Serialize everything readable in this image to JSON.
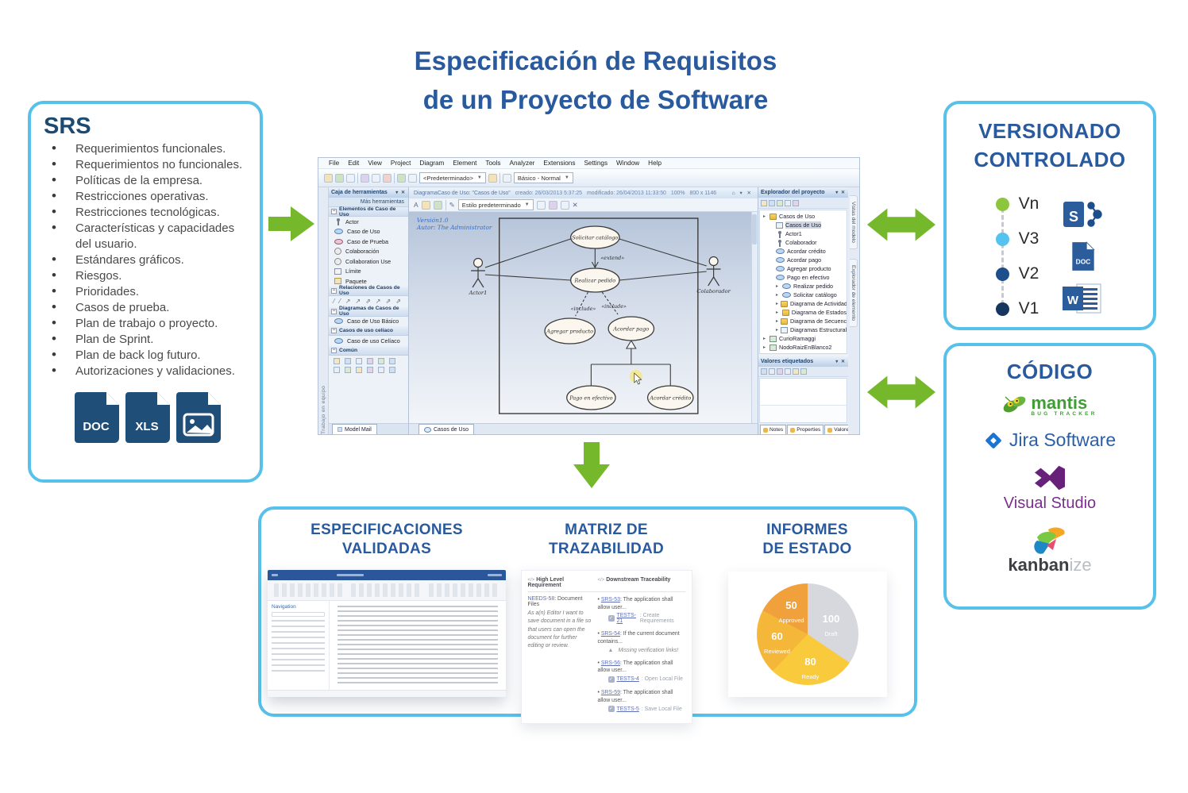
{
  "colors": {
    "box_border": "#57c1e9",
    "heading_blue": "#2a5a9e",
    "arrow_green": "#76b82b",
    "file_icon_navy": "#1f4e79"
  },
  "page_title": {
    "line1": "Especificación de Requisitos",
    "line2": "de un Proyecto de Software"
  },
  "srs": {
    "title": "SRS",
    "items": [
      "Requerimientos funcionales.",
      "Requerimientos no funcionales.",
      "Políticas de la empresa.",
      "Restricciones operativas.",
      "Restricciones tecnológicas.",
      "Características y capacidades del usuario.",
      "Estándares gráficos.",
      "Riesgos.",
      "Prioridades.",
      "Casos de prueba.",
      "Plan de trabajo o proyecto.",
      "Plan de Sprint.",
      "Plan de back log futuro.",
      "Autorizaciones y validaciones."
    ],
    "doc_label": "DOC",
    "xls_label": "XLS"
  },
  "tool": {
    "menu": [
      "File",
      "Edit",
      "View",
      "Project",
      "Diagram",
      "Element",
      "Tools",
      "Analyzer",
      "Extensions",
      "Settings",
      "Window",
      "Help"
    ],
    "preset_dropdown": "<Predeterminado>",
    "view_dropdown": "Básico - Normal",
    "left_vertical_tab": "Trabajo en equipo",
    "toolbox": {
      "title": "Caja de herramientas",
      "more_tools": "Más herramientas",
      "section1": "Elementos de Caso de Uso",
      "section1_items": [
        {
          "label": "Actor",
          "icon": "actor"
        },
        {
          "label": "Caso de Uso",
          "icon": "usecase"
        },
        {
          "label": "Caso de Prueba",
          "icon": "testcase"
        },
        {
          "label": "Colaboración",
          "icon": "collab"
        },
        {
          "label": "Collaboration Use",
          "icon": "collab"
        },
        {
          "label": "Límite",
          "icon": "limit"
        },
        {
          "label": "Paquete",
          "icon": "package"
        }
      ],
      "section2": "Relaciones de Casos de Uso",
      "section3": "Diagramas de Casos de Uso",
      "section3_items": [
        {
          "label": "Caso de Uso Básico",
          "icon": "usecase"
        }
      ],
      "section4": "Casos de uso celíaco",
      "section4_items": [
        {
          "label": "Caso de uso Celíaco",
          "icon": "usecase"
        }
      ],
      "section5": "Común",
      "bottom_tab": "Model Mail"
    },
    "diagram_bar": {
      "title": "DiagramaCaso de Uso: \"Casos de Uso\"",
      "created": "creado: 26/03/2013 5:37:25",
      "modified": "modificado: 26/04/2013 11:33:50",
      "zoom": "100%",
      "size": "800 x 1146"
    },
    "style_dropdown": "Estilo predeterminado",
    "canvas": {
      "version_note": "Versión1.0",
      "author_note": "Autor: The Administrator",
      "actor_left": "Actor1",
      "actor_right": "Colaborador",
      "uc_solicitar": "Solicitar catálogo",
      "uc_realizar": "Realizar pedido",
      "uc_agregar": "Agregar producto",
      "uc_acordar_pago": "Acordar pago",
      "uc_pago_efectivo": "Pago en efectivo",
      "uc_acordar_credito": "Acordar crédito",
      "stereotype_extend": "«extend»",
      "stereotype_include": "«include»",
      "bottom_tab": "Casos de Uso"
    },
    "explorer": {
      "title": "Explorador del proyecto",
      "tree": [
        {
          "label": "Casos de Uso",
          "icon": "folder",
          "cls": "d0 exp"
        },
        {
          "label": "Casos de Uso",
          "icon": "diagram",
          "cls": "d1 sel"
        },
        {
          "label": "Actor1",
          "icon": "actor",
          "cls": "d1"
        },
        {
          "label": "Colaborador",
          "icon": "actor",
          "cls": "d1"
        },
        {
          "label": "Acordar crédito",
          "icon": "usecase",
          "cls": "d1"
        },
        {
          "label": "Acordar pago",
          "icon": "usecase",
          "cls": "d1"
        },
        {
          "label": "Agregar producto",
          "icon": "usecase",
          "cls": "d1"
        },
        {
          "label": "Pago en efectivo",
          "icon": "usecase",
          "cls": "d1"
        },
        {
          "label": "Realizar pedido",
          "icon": "usecase",
          "cls": "d1 exp"
        },
        {
          "label": "Solicitar catálogo",
          "icon": "usecase",
          "cls": "d1 exp"
        },
        {
          "label": "Diagrama de Actividad",
          "icon": "folder",
          "cls": "d1 exp"
        },
        {
          "label": "Diagrama de Estados",
          "icon": "folder",
          "cls": "d1 exp"
        },
        {
          "label": "Diagrama de Secuenci",
          "icon": "folder",
          "cls": "d1 exp"
        },
        {
          "label": "Diagramas Estructurales",
          "icon": "diagram",
          "cls": "d1 exp"
        },
        {
          "label": "CurioRamaggi",
          "icon": "project",
          "cls": "d0 exp"
        },
        {
          "label": "NodoRaizEnBlanco2",
          "icon": "project",
          "cls": "d0 exp"
        }
      ],
      "values_title": "Valores etiquetados",
      "bottom_tabs": [
        "Notes",
        "Properties",
        "Valores ..."
      ]
    },
    "right_vertical_tabs": [
      "Vistas del modelo",
      "Explorador de elemento"
    ]
  },
  "versionado": {
    "title_line1": "VERSIONADO",
    "title_line2": "CONTROLADO",
    "versions": [
      {
        "label": "Vn",
        "color": "#8cc63e"
      },
      {
        "label": "V3",
        "color": "#56c2ee"
      },
      {
        "label": "V2",
        "color": "#1f4e8c"
      },
      {
        "label": "V1",
        "color": "#16365f"
      }
    ],
    "sharepoint_letter": "S",
    "doc_label": "DOC",
    "word_letter": "W"
  },
  "codigo": {
    "title": "CÓDIGO",
    "mantis_name": "mantis",
    "mantis_sub": "BUG TRACKER",
    "jira_name": "Jira Software",
    "vs_name": "Visual Studio",
    "kanban_bold": "kanban",
    "kanban_light": "ize"
  },
  "bottom": {
    "especificaciones": {
      "title_line1": "ESPECIFICACIONES",
      "title_line2": "VALIDADAS",
      "nav_title": "Navigation"
    },
    "matriz": {
      "title_line1": "MATRIZ DE",
      "title_line2": "TRAZABILIDAD",
      "header_left": "High Level Requirement",
      "header_right": "Downstream Traceability",
      "need_id": "NEEDS-58",
      "need_name": ": Document Files",
      "need_story": "As a(n) Editor I want to save document in a file so that users can open the document for further editing or review.",
      "rows": [
        {
          "id": "SRS-53",
          "text": ": The application shall allow user...",
          "kind": "test",
          "sub_id": "TESTS-21",
          "sub_text": ": Create Requirements"
        },
        {
          "id": "SRS-54",
          "text": ": If the current document contains...",
          "kind": "warn",
          "sub_id": "",
          "sub_text": "Missing verification links!"
        },
        {
          "id": "SRS-56",
          "text": ": The application shall allow user...",
          "kind": "test",
          "sub_id": "TESTS-4",
          "sub_text": ": Open Local File"
        },
        {
          "id": "SRS-59",
          "text": ": The application shall allow user...",
          "kind": "test",
          "sub_id": "TESTS-5",
          "sub_text": ": Save Local File"
        }
      ]
    },
    "informes": {
      "title_line1": "INFORMES",
      "title_line2": "DE ESTADO",
      "pie": {
        "slices": [
          {
            "value": 100,
            "label": "Draft",
            "color": "#d6d8dd"
          },
          {
            "value": 80,
            "label": "Ready",
            "color": "#f8ca3c"
          },
          {
            "value": 60,
            "label": "Reviewed",
            "color": "#f4b73a"
          },
          {
            "value": 50,
            "label": "Approved",
            "color": "#f0a13c"
          }
        ]
      }
    }
  },
  "chart_data": {
    "type": "pie",
    "title": "Informes de estado",
    "labels": [
      "Draft",
      "Ready",
      "Reviewed",
      "Approved"
    ],
    "values": [
      100,
      80,
      60,
      50
    ],
    "colors": [
      "#d6d8dd",
      "#f8ca3c",
      "#f4b73a",
      "#f0a13c"
    ],
    "legend_position": "inside"
  }
}
